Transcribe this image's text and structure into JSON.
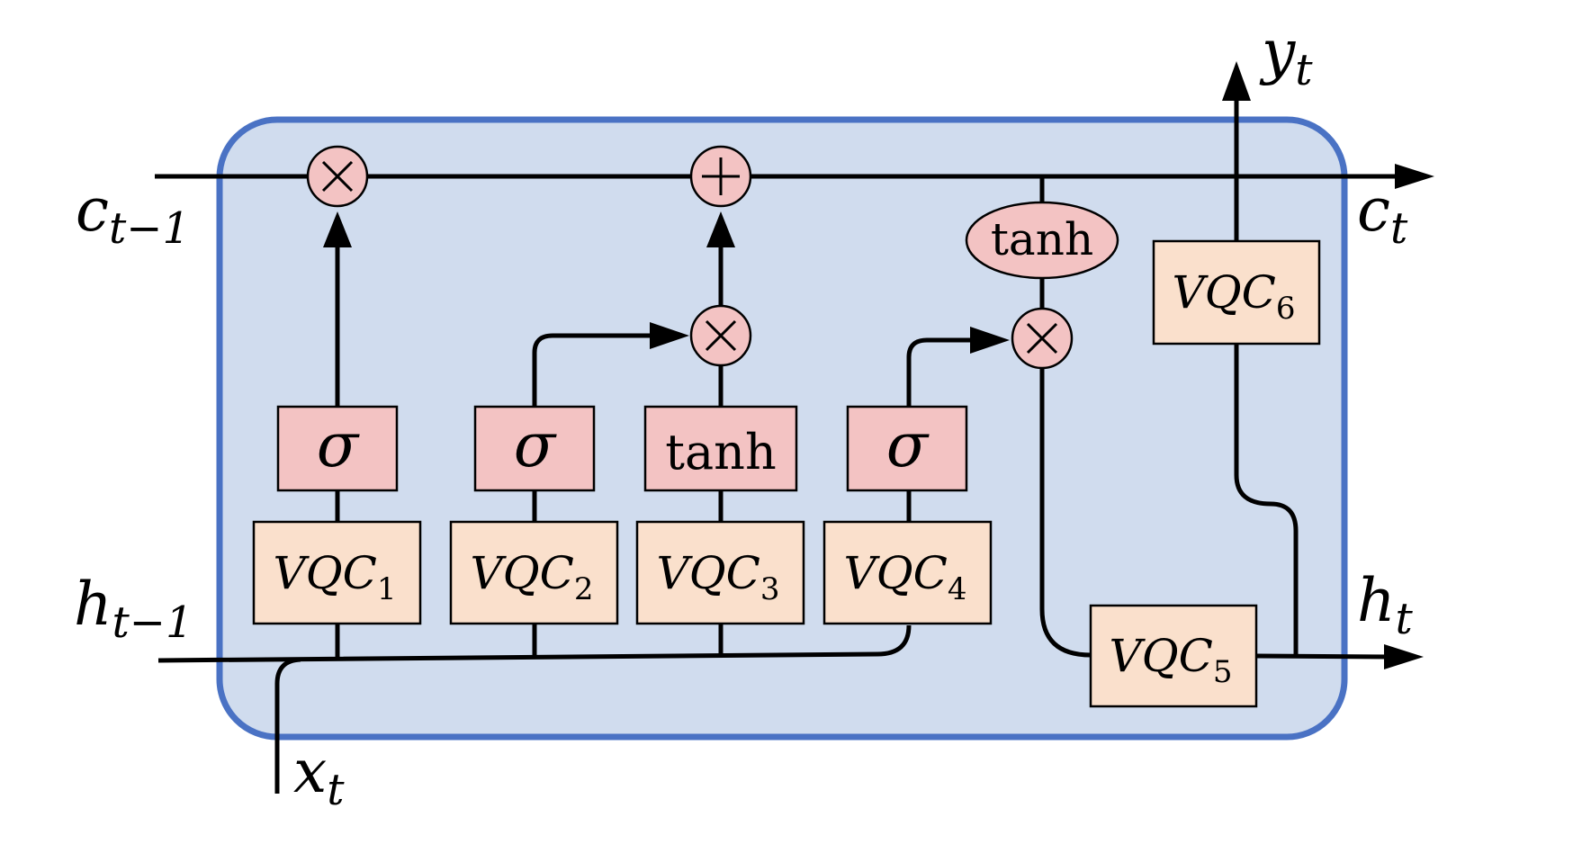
{
  "labels": {
    "c_in": "c",
    "c_in_sub": "t−1",
    "c_out": "c",
    "c_out_sub": "t",
    "h_in": "h",
    "h_in_sub": "t−1",
    "h_out": "h",
    "h_out_sub": "t",
    "x_in": "x",
    "x_in_sub": "t",
    "y_out": "y",
    "y_out_sub": "t"
  },
  "vqc": {
    "name": "VQC",
    "subs": [
      "1",
      "2",
      "3",
      "4",
      "5",
      "6"
    ]
  },
  "activations": {
    "sigma": "σ",
    "tanh": "tanh"
  },
  "operators": {
    "multiply": "×",
    "add": "+"
  },
  "colors": {
    "cell_fill": "#d0dcee",
    "cell_border": "#4a72c4",
    "gate_fill": "#f3c3c3",
    "vqc_fill": "#fae0cc"
  }
}
